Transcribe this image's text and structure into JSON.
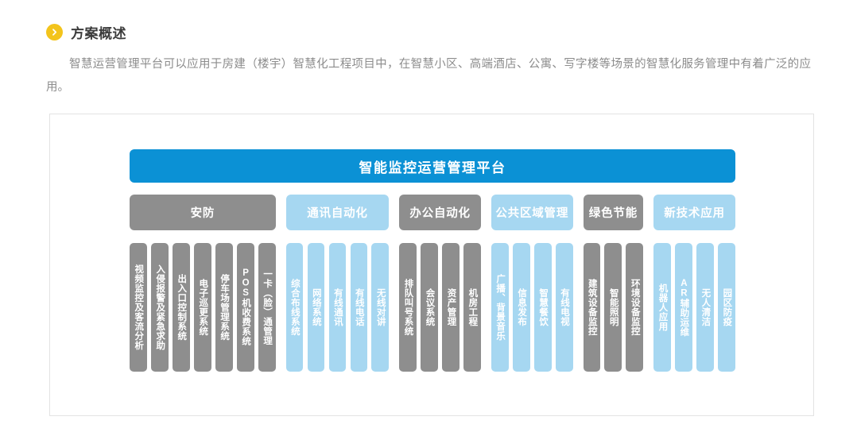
{
  "section": {
    "bullet_icon": "chevron-right-circle-icon",
    "title": "方案概述",
    "paragraph": "智慧运营管理平台可以应用于房建（楼宇）智慧化工程项目中，在智慧小区、高端酒店、公寓、写字楼等场景的智慧化服务管理中有着广泛的应用。"
  },
  "colors": {
    "accent_blue": "#0b91d5",
    "gray": "#8e8e8e",
    "light_blue": "#a6d7f1",
    "bullet_yellow": "#f3c41c",
    "frame_border": "#e3e3e3",
    "heading_text": "#3c3c3c",
    "body_text": "#8c8c8c"
  },
  "diagram": {
    "platform_label": "智能监控运营管理平台",
    "groups": [
      {
        "category": "安防",
        "style": "gray",
        "items": [
          "视频监控及客流分析",
          "入侵报警及紧急求助",
          "出入口控制系统",
          "电子巡更系统",
          "停车场管理系统",
          "POS机收费系统",
          "一卡（脸）通管理"
        ]
      },
      {
        "category": "通讯自动化",
        "style": "blue",
        "items": [
          "综合布线系统",
          "网络系统",
          "有线通讯",
          "有线电话",
          "无线对讲"
        ]
      },
      {
        "category": "办公自动化",
        "style": "gray",
        "items": [
          "排队叫号系统",
          "会议系统",
          "资产管理",
          "机房工程"
        ]
      },
      {
        "category": "公共区域管理",
        "style": "blue",
        "items": [
          "广播、背景音乐",
          "信息发布",
          "智慧餐饮",
          "有线电视"
        ]
      },
      {
        "category": "绿色节能",
        "style": "gray",
        "items": [
          "建筑设备监控",
          "智能照明",
          "环境设备监控"
        ]
      },
      {
        "category": "新技术应用",
        "style": "blue",
        "items": [
          "机器人应用",
          "AR辅助运维",
          "无人清洁",
          "园区防疫"
        ]
      }
    ]
  }
}
